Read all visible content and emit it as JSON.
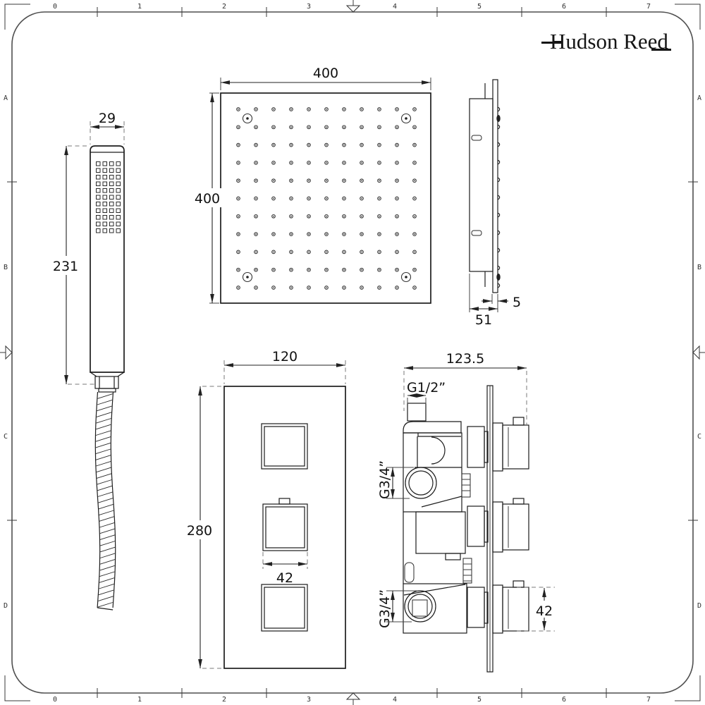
{
  "brand": {
    "name": "Hudson Reed"
  },
  "colors": {
    "line": "#1c1c1c",
    "frame_border": "#4f4f4f",
    "background": "#ffffff"
  },
  "frame": {
    "ruler_numbers": [
      "0",
      "1",
      "2",
      "3",
      "4",
      "5",
      "6",
      "7"
    ],
    "zone_letters": [
      "A",
      "B",
      "C",
      "D"
    ]
  },
  "drawings": {
    "hand_shower": {
      "title": "hand shower with hose",
      "width_dim": "29",
      "height_dim": "231",
      "spray_grid": {
        "cols": 4,
        "rows": 11
      }
    },
    "shower_head_front": {
      "title": "ceiling shower head front view",
      "width_dim": "400",
      "height_dim": "400",
      "nozzle_grid": {
        "cols": 11,
        "rows": 11
      }
    },
    "shower_head_side": {
      "title": "ceiling shower head side view",
      "thickness_dim": "5",
      "depth_dim": "51"
    },
    "valve_front": {
      "title": "triple valve trim front view",
      "width_dim": "120",
      "height_dim": "280",
      "handle_dim": "42"
    },
    "valve_side": {
      "title": "triple valve body side view",
      "overall_dim": "123.5",
      "inlet_dim": "G1/2”",
      "port_dim_top": "G3/4”",
      "port_dim_bottom": "G3/4”",
      "handle_dim": "42"
    }
  }
}
